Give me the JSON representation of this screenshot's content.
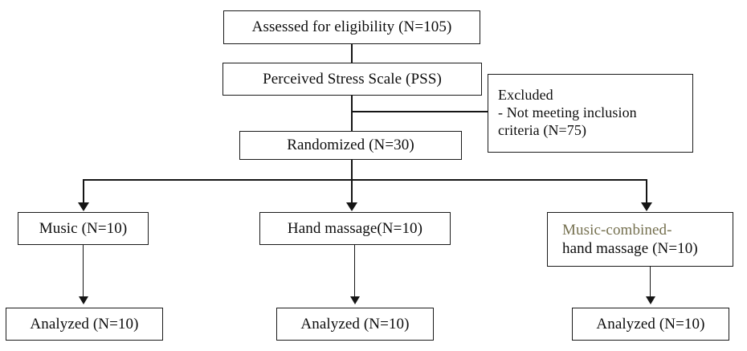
{
  "diagram": {
    "type": "flowchart",
    "title": "CONSORT participant flow diagram",
    "colors": {
      "stroke": "#151515",
      "box_border": "#1a1a1a",
      "background": "#ffffff",
      "text": "#0d0d0d",
      "muted_text": "#75704f"
    },
    "nodes": {
      "assessed": {
        "label": "Assessed for eligibility (N=105)",
        "n": 105
      },
      "pss": {
        "label": "Perceived Stress Scale (PSS)"
      },
      "excluded": {
        "line1": "Excluded",
        "line2": "- Not meeting inclusion",
        "line3": "criteria (N=75)",
        "n": 75
      },
      "randomized": {
        "label": "Randomized (N=30)",
        "n": 30
      },
      "arm_music": {
        "label": "Music (N=10)",
        "n": 10
      },
      "arm_hand_massage": {
        "label": "Hand massage(N=10)",
        "n": 10
      },
      "arm_combined": {
        "line1": "Music-combined-",
        "line2": "hand massage (N=10)",
        "n": 10
      },
      "analyzed_music": {
        "label": "Analyzed (N=10)",
        "n": 10
      },
      "analyzed_hand_massage": {
        "label": "Analyzed (N=10)",
        "n": 10
      },
      "analyzed_combined": {
        "label": "Analyzed (N=10)",
        "n": 10
      }
    },
    "edges": [
      {
        "from": "assessed",
        "to": "pss",
        "style": "plain"
      },
      {
        "from": "pss",
        "to": "excluded",
        "style": "elbow-right"
      },
      {
        "from": "pss",
        "to": "randomized",
        "style": "plain"
      },
      {
        "from": "randomized",
        "to": "arm_music",
        "style": "split-arrow"
      },
      {
        "from": "randomized",
        "to": "arm_hand_massage",
        "style": "split-arrow"
      },
      {
        "from": "randomized",
        "to": "arm_combined",
        "style": "split-arrow"
      },
      {
        "from": "arm_music",
        "to": "analyzed_music",
        "style": "arrow"
      },
      {
        "from": "arm_hand_massage",
        "to": "analyzed_hand_massage",
        "style": "arrow"
      },
      {
        "from": "arm_combined",
        "to": "analyzed_combined",
        "style": "arrow"
      }
    ]
  }
}
